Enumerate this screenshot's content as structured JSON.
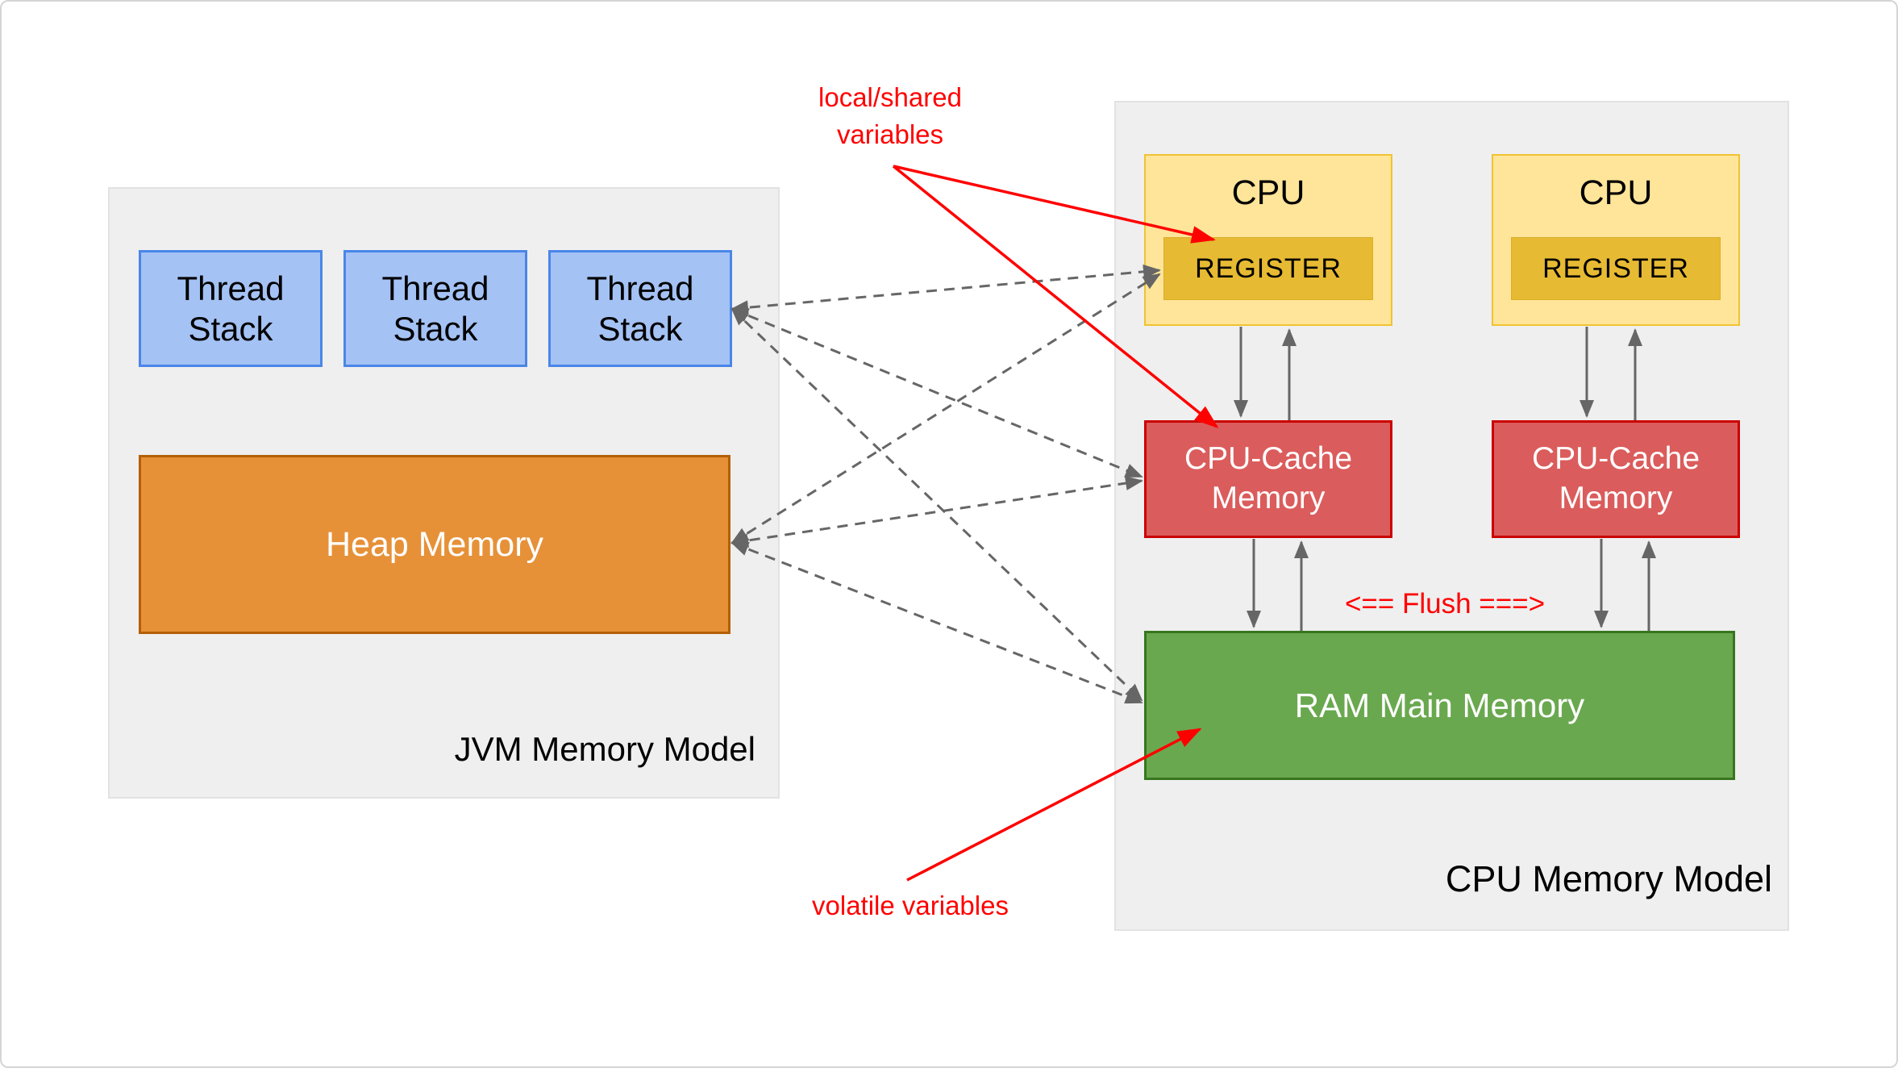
{
  "jvm": {
    "title": "JVM Memory Model",
    "thread_stacks": [
      {
        "label": "Thread Stack"
      },
      {
        "label": "Thread Stack"
      },
      {
        "label": "Thread Stack"
      }
    ],
    "heap_label": "Heap Memory"
  },
  "cpu": {
    "title": "CPU Memory Model",
    "cpus": [
      {
        "label": "CPU",
        "register_label": "REGISTER"
      },
      {
        "label": "CPU",
        "register_label": "REGISTER"
      }
    ],
    "caches": [
      {
        "label": "CPU-Cache Memory"
      },
      {
        "label": "CPU-Cache Memory"
      }
    ],
    "ram_label": "RAM Main Memory"
  },
  "annotations": {
    "local_shared": "local/shared variables",
    "volatile": "volatile variables",
    "flush": "<== Flush ===>"
  },
  "colors": {
    "canvas_bg": "#ffffff",
    "page_border": "#d5d5d5",
    "container_bg": "#efefef",
    "container_border": "#e2e2e2",
    "thread_fill": "#a4c2f4",
    "thread_border": "#4a86e8",
    "heap_fill": "#e69138",
    "heap_border": "#b45f06",
    "cpu_fill": "#ffe599",
    "cpu_border": "#f1c232",
    "register_fill": "#e6ba33",
    "register_border": "#dcae27",
    "cache_fill": "#db5c5c",
    "cache_border": "#cc0000",
    "ram_fill": "#6aa84f",
    "ram_border": "#38761d",
    "arrow_gray": "#666666",
    "annotation_red": "#ff0000"
  }
}
